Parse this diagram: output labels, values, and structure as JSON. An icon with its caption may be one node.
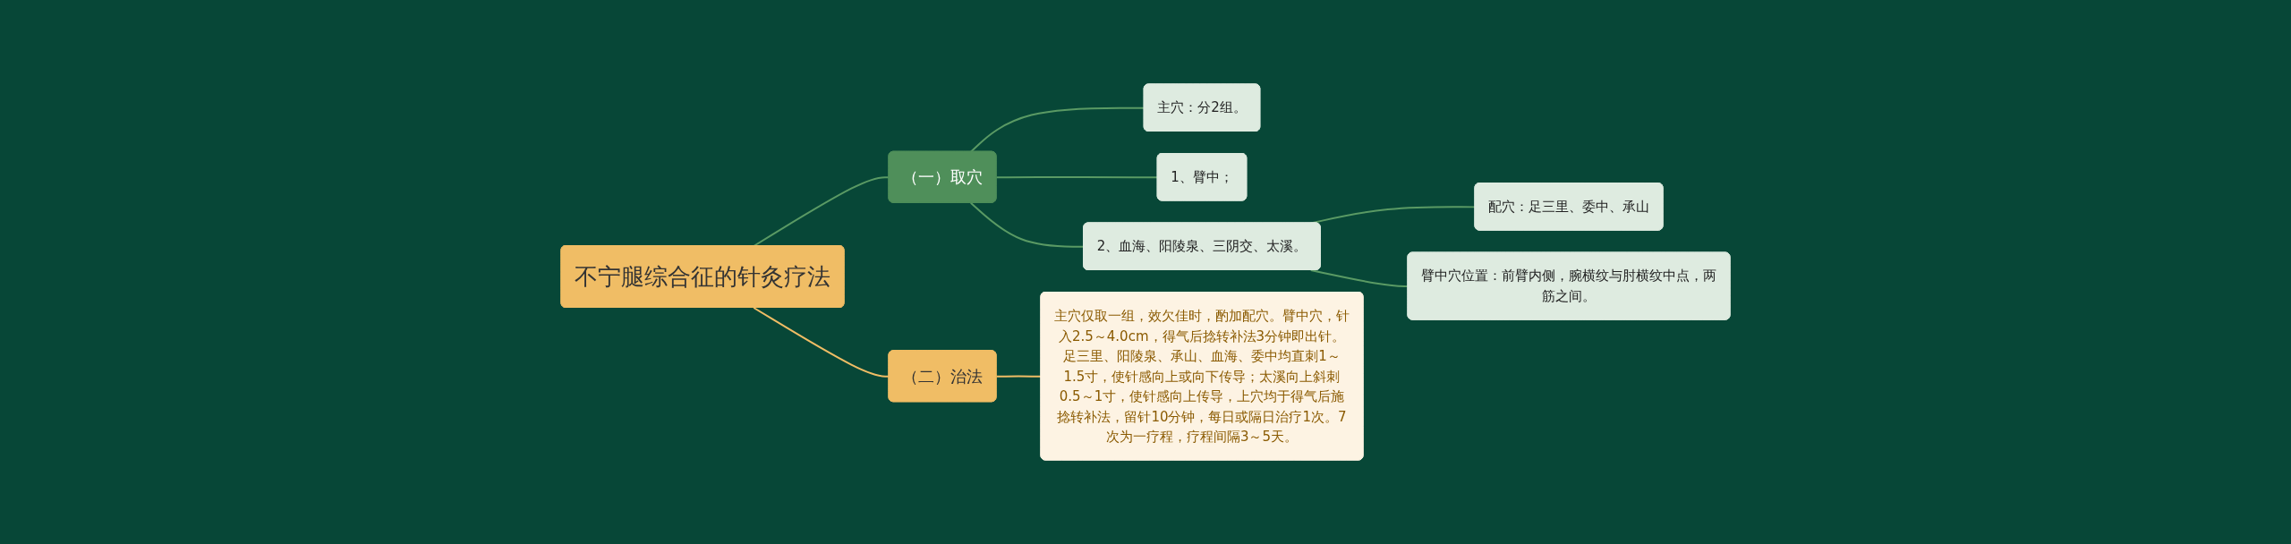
{
  "diagram": {
    "nodes": [
      {
        "text": [
          "不宁腿综合征的针灸疗法"
        ]
      },
      {
        "text": [
          "（一）取穴"
        ]
      },
      {
        "text": [
          "主穴：分2组。"
        ]
      },
      {
        "text": [
          "1、臂中；"
        ]
      },
      {
        "text": [
          "2、血海、阳陵泉、三阴交、太溪。"
        ]
      },
      {
        "text": [
          "配穴：足三里、委中、承山"
        ]
      },
      {
        "text": [
          "臂中穴位置：前臂内侧，腕横纹与肘横纹中点，两筋之间。"
        ]
      },
      {
        "text": [
          "（二）治法"
        ]
      },
      {
        "text": [
          "主穴仅取一组，效欠佳时，酌加配穴。臂中穴，针入2.5～4.0cm，得气后捻转补法3分钟即出针。足三里、阳陵泉、承山、血海、委中均直刺1～1.5寸，使针感向上或向下传导；太溪向上斜刺0.5～1寸，使针感向上传导，上穴均于得气后施捻转补法，留针10分钟，每日或隔日治疗1次。7次为一疗程，疗程间隔3～5天。"
        ]
      }
    ],
    "edges": [
      {
        "from": 0,
        "to": 1,
        "arrow": "none"
      },
      {
        "from": 1,
        "to": 2,
        "arrow": "none"
      },
      {
        "from": 1,
        "to": 3,
        "arrow": "none"
      },
      {
        "from": 1,
        "to": 4,
        "arrow": "none"
      },
      {
        "from": 4,
        "to": 5,
        "arrow": "none"
      },
      {
        "from": 4,
        "to": 6,
        "arrow": "none"
      },
      {
        "from": 0,
        "to": 7,
        "arrow": "none",
        "color": "#f0bd65"
      },
      {
        "from": 7,
        "to": 8,
        "arrow": "none",
        "color": "#f0bd65"
      }
    ]
  }
}
